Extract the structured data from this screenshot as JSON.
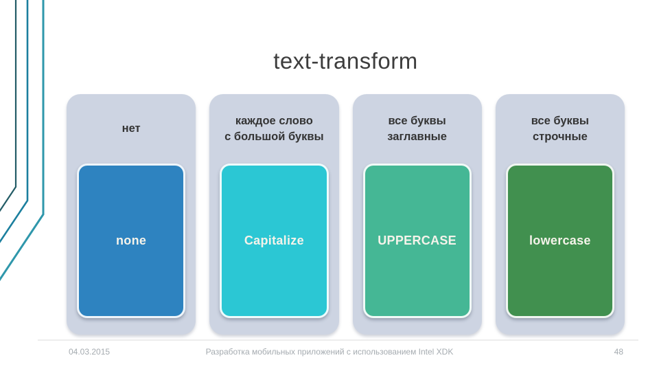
{
  "title": "text-transform",
  "decoration": {
    "line_colors": [
      "#235c66",
      "#1b7f9e",
      "#2f97ab"
    ]
  },
  "theme": {
    "header_card_bg": "#cdd4e2",
    "value_text_color": "#f5f3ea"
  },
  "columns": [
    {
      "header": "нет",
      "value": "none",
      "color": "#2e83c0"
    },
    {
      "header": "каждое слово\nс большой буквы",
      "value": "Capitalize",
      "color": "#2bc7d4"
    },
    {
      "header": "все буквы\nзаглавные",
      "value": "UPPERCASE",
      "color": "#45b795"
    },
    {
      "header": "все буквы\nстрочные",
      "value": "lowercase",
      "color": "#41904f"
    }
  ],
  "footer": {
    "date": "04.03.2015",
    "title": "Разработка мобильных приложений с использованием Intel XDK",
    "page_number": "48"
  }
}
